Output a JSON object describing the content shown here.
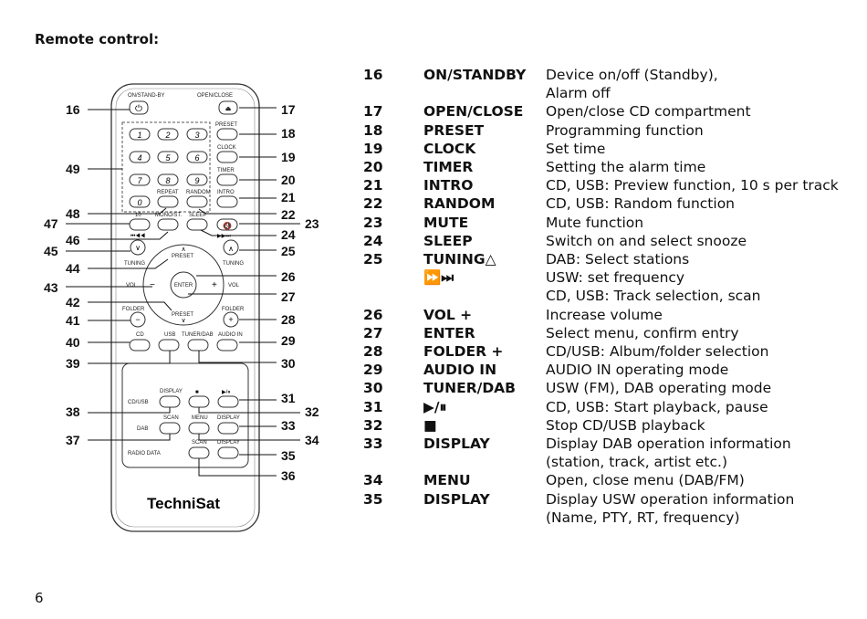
{
  "heading": "Remote control:",
  "page_number": "6",
  "remote": {
    "brand": "TechniSat",
    "top_labels": {
      "on_standby": "ON/STAND-BY",
      "open_close": "OPEN/CLOSE"
    },
    "keypad_digits": [
      "1",
      "2",
      "3",
      "4",
      "5",
      "6",
      "7",
      "8",
      "9",
      "0"
    ],
    "side_labels": {
      "preset": "PRESET",
      "clock": "CLOCK",
      "timer": "TIMER",
      "intro": "INTRO"
    },
    "mid_labels": {
      "repeat": "REPEAT",
      "random": "RANDOM",
      "ten": "10",
      "mono_st": "MONO/ST.",
      "sleep": "SLEEP"
    },
    "tuning_left": "TUNING",
    "tuning_right": "TUNING",
    "preset_up": "PRESET",
    "preset_down": "PRESET",
    "vol_minus": "VOL",
    "vol_plus": "VOL",
    "enter": "ENTER",
    "folder_left": "FOLDER",
    "folder_right": "FOLDER",
    "source_labels": {
      "cd": "CD",
      "usb": "USB",
      "tuner_dab": "TUNER/DAB",
      "audio_in": "AUDIO IN"
    },
    "panel_labels": {
      "cd_usb": "CD/USB",
      "dab": "DAB",
      "radio_data": "RADIO DATA",
      "display1": "DISPLAY",
      "scan1": "SCAN",
      "menu": "MENU",
      "display2": "DISPLAY",
      "scan2": "SCAN",
      "display3": "DISPLAY"
    },
    "callouts": [
      "16",
      "17",
      "18",
      "19",
      "20",
      "21",
      "22",
      "23",
      "24",
      "25",
      "26",
      "27",
      "28",
      "29",
      "30",
      "31",
      "32",
      "33",
      "34",
      "35",
      "36",
      "37",
      "38",
      "39",
      "40",
      "41",
      "42",
      "43",
      "44",
      "45",
      "46",
      "47",
      "48",
      "49"
    ]
  },
  "functions": [
    {
      "num": "16",
      "key": "ON/STANDBY",
      "desc": "Device on/off (Standby),"
    },
    {
      "num": "",
      "key": "",
      "desc": "Alarm off"
    },
    {
      "num": "17",
      "key": "OPEN/CLOSE",
      "desc": "Open/close CD compartment"
    },
    {
      "num": "18",
      "key": "PRESET",
      "desc": "Programming function"
    },
    {
      "num": "19",
      "key": "CLOCK",
      "desc": "Set time"
    },
    {
      "num": "20",
      "key": "TIMER",
      "desc": "Setting the alarm time"
    },
    {
      "num": "21",
      "key": "INTRO",
      "desc": "CD, USB: Preview function, 10 s per track"
    },
    {
      "num": "22",
      "key": "RANDOM",
      "desc": "CD, USB: Random function"
    },
    {
      "num": "23",
      "key": "MUTE",
      "desc": "Mute function"
    },
    {
      "num": "24",
      "key": "SLEEP",
      "desc": "Switch on and select snooze"
    },
    {
      "num": "25",
      "key": "TUNING△",
      "desc": "DAB: Select stations"
    },
    {
      "num": "",
      "key": "⏩⏭",
      "desc": "USW: set frequency"
    },
    {
      "num": "",
      "key": "",
      "desc": "CD, USB: Track selection, scan"
    },
    {
      "num": "26",
      "key": "VOL +",
      "desc": "Increase volume"
    },
    {
      "num": "27",
      "key": "ENTER",
      "desc": "Select menu, confirm entry"
    },
    {
      "num": "28",
      "key": "FOLDER +",
      "desc": "CD/USB: Album/folder selection"
    },
    {
      "num": "29",
      "key": "AUDIO IN",
      "desc": "AUDIO IN operating mode"
    },
    {
      "num": "30",
      "key": "TUNER/DAB",
      "desc": "USW (FM), DAB operating mode"
    },
    {
      "num": "31",
      "key": "▶/⏸",
      "desc": "CD, USB: Start playback, pause"
    },
    {
      "num": "32",
      "key": "■",
      "desc": "Stop CD/USB playback"
    },
    {
      "num": "33",
      "key": "DISPLAY",
      "desc": "Display DAB operation information"
    },
    {
      "num": "",
      "key": "",
      "desc": "(station, track, artist etc.)"
    },
    {
      "num": "34",
      "key": "MENU",
      "desc": "Open, close menu (DAB/FM)"
    },
    {
      "num": "35",
      "key": "DISPLAY",
      "desc": "Display USW operation information"
    },
    {
      "num": "",
      "key": "",
      "desc": "(Name, PTY, RT, frequency)"
    }
  ]
}
